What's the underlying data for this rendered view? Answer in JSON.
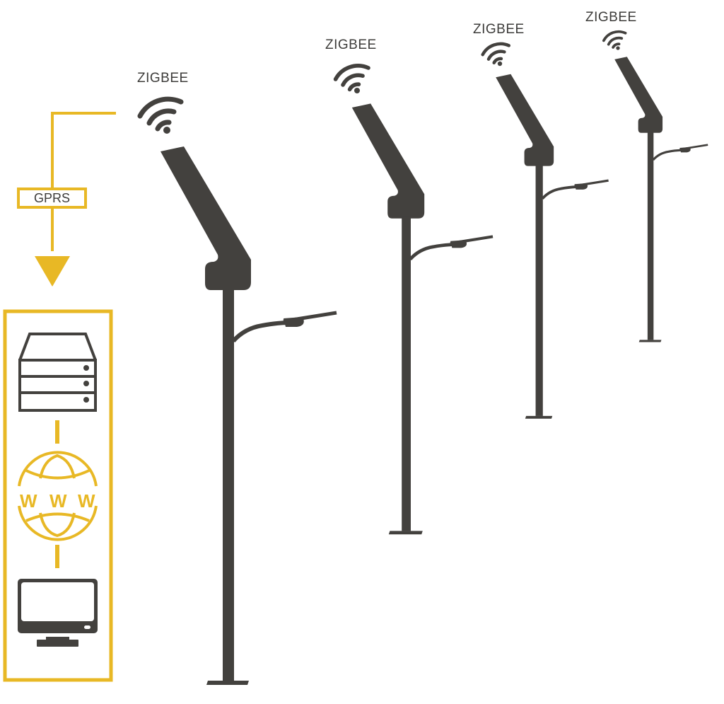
{
  "colors": {
    "accent": "#e8b825",
    "dark": "#43413e"
  },
  "poles": [
    {
      "label": "ZIGBEE"
    },
    {
      "label": "ZIGBEE"
    },
    {
      "label": "ZIGBEE"
    },
    {
      "label": "ZIGBEE"
    }
  ],
  "link": {
    "label": "GPRS"
  },
  "backend": {
    "server_icon": "server-icon",
    "web_icon": "globe-www-icon",
    "web_letters": [
      "W",
      "W",
      "W"
    ],
    "monitor_icon": "monitor-icon"
  }
}
